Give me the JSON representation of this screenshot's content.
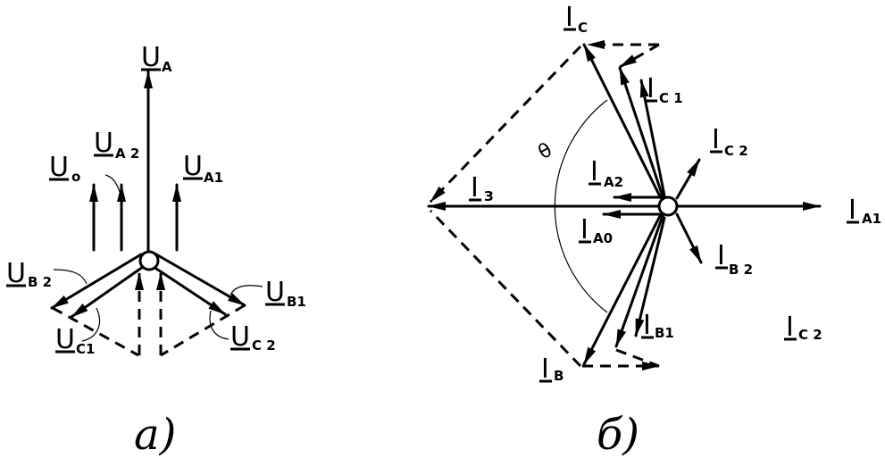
{
  "diagram_a": {
    "labels": {
      "UA": {
        "main": "U",
        "sub": "A"
      },
      "UA2": {
        "main": "U",
        "sub": "A 2"
      },
      "UA1": {
        "main": "U",
        "sub": "A1"
      },
      "U0": {
        "main": "U",
        "sub": "o"
      },
      "UB2": {
        "main": "U",
        "sub": "B 2"
      },
      "UB1": {
        "main": "U",
        "sub": "B1"
      },
      "UC1": {
        "main": "U",
        "sub": "C1"
      },
      "UC2": {
        "main": "U",
        "sub": "C 2"
      }
    },
    "caption": "а)"
  },
  "diagram_b": {
    "labels": {
      "IC": {
        "main": "I",
        "sub": "C"
      },
      "IC1": {
        "main": "I",
        "sub": "C 1"
      },
      "IC2": {
        "main": "I",
        "sub": "C 2"
      },
      "IA2": {
        "main": "I",
        "sub": "A2"
      },
      "IZ": {
        "main": "I",
        "sub": "З"
      },
      "IA0": {
        "main": "I",
        "sub": "A0"
      },
      "IA1": {
        "main": "I",
        "sub": "A1"
      },
      "IB2": {
        "main": "I",
        "sub": "B 2"
      },
      "IB1": {
        "main": "I",
        "sub": "B1"
      },
      "IB": {
        "main": "I",
        "sub": "B"
      },
      "IC2b": {
        "main": "I",
        "sub": "C 2"
      }
    },
    "angle_symbol": "θ",
    "caption": "б)"
  }
}
